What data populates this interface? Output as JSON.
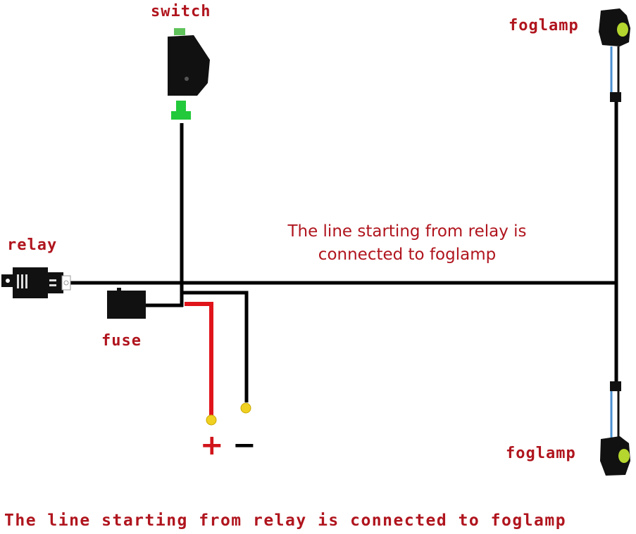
{
  "diagram": {
    "title": "Fog lamp wiring harness",
    "labels": {
      "switch": "switch",
      "relay": "relay",
      "fuse": "fuse",
      "foglamp_top": "foglamp",
      "foglamp_bottom": "foglamp"
    },
    "note": {
      "line1": "The line starting from relay is",
      "line2": "connected to foglamp"
    },
    "terminals": {
      "positive": "+",
      "negative": "−"
    },
    "caption": "The line starting from relay is connected to foglamp",
    "colors": {
      "label_text": "#b0151e",
      "wire_main": "#000000",
      "wire_positive": "#e0141a",
      "connector_switch": "#22c93a",
      "terminal": "#f0d020",
      "foglamp_wire": "#4a90d0"
    }
  }
}
